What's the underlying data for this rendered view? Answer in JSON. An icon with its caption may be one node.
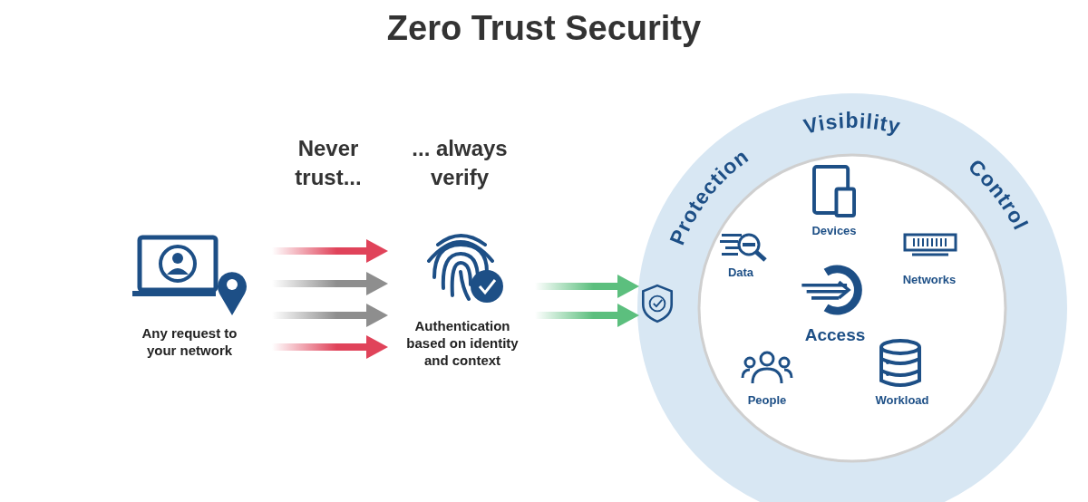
{
  "diagram": {
    "title": "Zero Trust Security",
    "nodes": [
      {
        "text": [
          "Any request to your network"
        ]
      },
      {
        "text": [
          "Authentication based on identity and context"
        ]
      },
      {
        "text": [
          "Protection",
          "Visibility",
          "Control"
        ]
      },
      {
        "text": [],
        "shape": "shield",
        "in": 2
      }
    ],
    "edges": [
      {
        "from": 0,
        "to": 1,
        "arrow": "to",
        "color": "#e0435a"
      },
      {
        "from": 0,
        "to": 1,
        "arrow": "to",
        "color": "#8e8e8e"
      },
      {
        "from": 0,
        "to": 1,
        "arrow": "to",
        "color": "#8e8e8e"
      },
      {
        "from": 0,
        "to": 1,
        "arrow": "to",
        "color": "#e0435a"
      },
      {
        "from": 1,
        "to": 3,
        "arrow": "to",
        "color": "#5cbf7e"
      },
      {
        "from": 1,
        "to": 3,
        "arrow": "to",
        "color": "#5cbf7e"
      }
    ],
    "labels": [
      "Never trust...",
      "... always verify",
      "Devices",
      "Data",
      "Networks",
      "Access",
      "People",
      "Workload"
    ]
  }
}
